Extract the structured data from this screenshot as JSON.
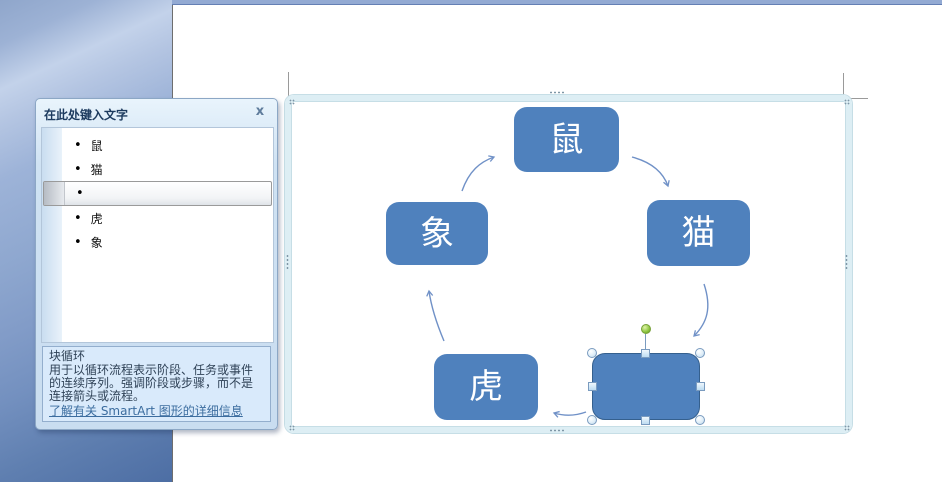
{
  "text_pane": {
    "title": "在此处键入文字",
    "close_label": "x",
    "bullet": "•",
    "items": [
      {
        "text": "鼠",
        "selected": false
      },
      {
        "text": "猫",
        "selected": false
      },
      {
        "text": "",
        "selected": true
      },
      {
        "text": "虎",
        "selected": false
      },
      {
        "text": "象",
        "selected": false
      }
    ],
    "info": {
      "title": "块循环",
      "description": "用于以循环流程表示阶段、任务或事件的连续序列。强调阶段或步骤，而不是连接箭头或流程。",
      "link": "了解有关 SmartArt 图形的详细信息"
    }
  },
  "diagram": {
    "layout_name": "块循环",
    "shapes": [
      {
        "position": "top",
        "label": "鼠",
        "selected": false
      },
      {
        "position": "right",
        "label": "猫",
        "selected": false
      },
      {
        "position": "bottom-right",
        "label": "",
        "selected": true
      },
      {
        "position": "bottom-left",
        "label": "虎",
        "selected": false
      },
      {
        "position": "left",
        "label": "象",
        "selected": false
      }
    ],
    "colors": {
      "shape_fill": "#4f81bd",
      "shape_text": "#ffffff",
      "arrow": "#7091c7",
      "frame": "#ddeef4",
      "rotation_handle": "#8dc63f"
    }
  }
}
